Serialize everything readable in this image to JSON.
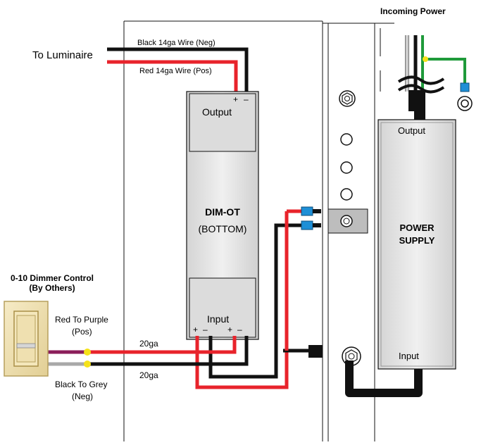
{
  "labels": {
    "incoming_power": "Incoming Power",
    "to_luminaire": "To Luminaire",
    "black_14ga": "Black 14ga Wire (Neg)",
    "red_14ga": "Red 14ga Wire (Pos)",
    "dim_output": "Output",
    "dim_title": "DIM-OT",
    "dim_subtitle": "(BOTTOM)",
    "dim_input": "Input",
    "plus": "+",
    "minus": "–",
    "ps_output": "Output",
    "ps_title_1": "POWER",
    "ps_title_2": "SUPPLY",
    "ps_input": "Input",
    "dimmer_title_1": "0-10 Dimmer Control",
    "dimmer_title_2": "(By Others)",
    "red_to_purple": "Red To Purple",
    "pos": "(Pos)",
    "black_to_grey": "Black To Grey",
    "neg": "(Neg)",
    "ga_20_top": "20ga",
    "ga_20_bottom": "20ga"
  },
  "colors": {
    "red_wire": "#e8232b",
    "black_wire": "#111111",
    "green_wire": "#1f9a3a",
    "purple_wire": "#8b1e5a",
    "grey_wire": "#a8a8a8",
    "splice": "#f5e21a",
    "connector_blue": "#1e8fd6",
    "module_fill": "#e6e6e6",
    "dimmer_plate": "#efe0b0"
  },
  "icons": [
    "hex-nut-icon",
    "ground-lug-icon",
    "wire-break-icon"
  ]
}
